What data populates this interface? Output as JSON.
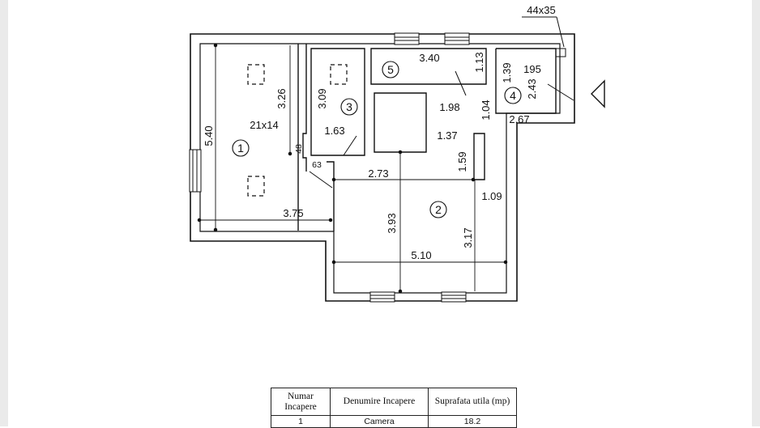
{
  "plan": {
    "rooms": [
      {
        "number": "1",
        "label_w": "5.40",
        "label_h": "3.26",
        "bottom": "3.75",
        "niche": "21x14",
        "niche_d": "48",
        "step": "63"
      },
      {
        "number": "2",
        "label_mid": "2.73",
        "label_v": "3.93",
        "label_v2": "3.17",
        "bottom": "5.10",
        "side": "1.09",
        "upper": "1.37",
        "upper2": "1.59"
      },
      {
        "number": "3",
        "label_h": "3.09",
        "label_w": "1.63"
      },
      {
        "number": "4",
        "area": "195",
        "h1": "1.39",
        "h2": "2.43",
        "w": "2.67",
        "d": "1.04"
      },
      {
        "number": "5",
        "w": "3.40",
        "h": "1.13",
        "w2": "1.98"
      }
    ],
    "entry_size": "44x35"
  },
  "table": {
    "headers": [
      "Numar Incapere",
      "Denumire Incapere",
      "Suprafata utila (mp)"
    ],
    "rows": [
      {
        "num": "1",
        "name": "Camera",
        "area": "18.2"
      }
    ]
  }
}
